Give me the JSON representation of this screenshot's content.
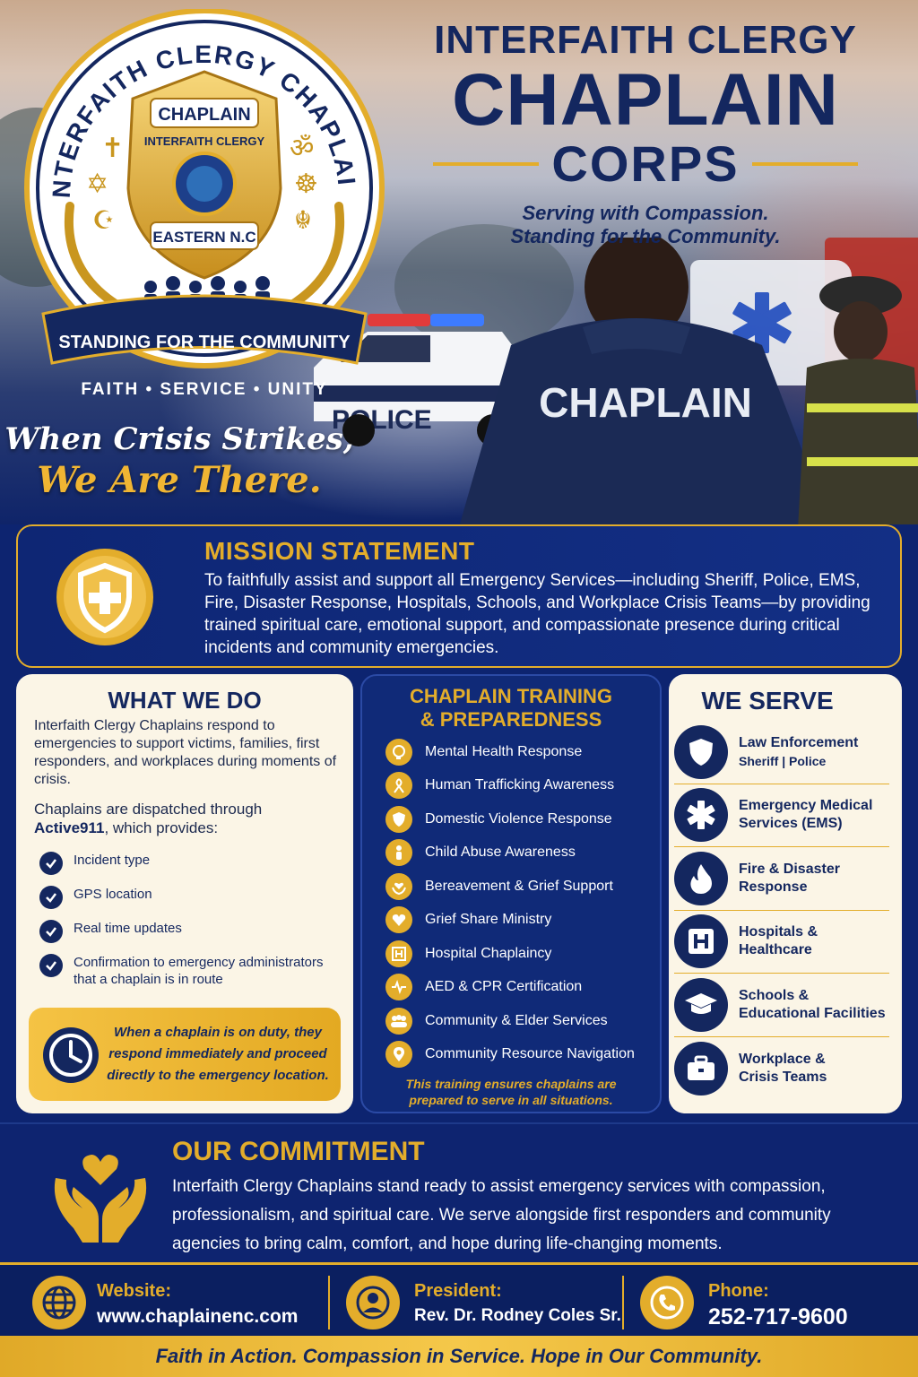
{
  "badge": {
    "ring_text": "INTERFAITH CLERGY CHAPLAIN",
    "shield_top": "CHAPLAIN",
    "shield_mid": "INTERFAITH CLERGY",
    "shield_bottom": "EASTERN N.C",
    "banner": "STANDING FOR THE COMMUNITY",
    "motto": "FAITH • SERVICE • UNITY"
  },
  "hero": {
    "title_line1": "INTERFAITH CLERGY",
    "title_line2": "CHAPLAIN",
    "title_line3": "CORPS",
    "subtitle_line1": "Serving with Compassion.",
    "subtitle_line2": "Standing for the Community.",
    "tagline_line1": "When Crisis Strikes,",
    "tagline_line2": "We Are There.",
    "jacket_text": "CHAPLAIN",
    "car_text": "POLICE"
  },
  "mission": {
    "title": "MISSION STATEMENT",
    "text": "To faithfully assist and support all Emergency Services—including Sheriff, Police, EMS, Fire, Disaster Response, Hospitals, Schools, and Workplace Crisis Teams—by providing trained spiritual care, emotional support, and compassionate presence during critical incidents and community emergencies."
  },
  "what_we_do": {
    "title": "WHAT WE DO",
    "intro": "Interfaith Clergy Chaplains respond to emergencies to support victims, families, first responders, and workplaces during moments of crisis.",
    "dispatch_prefix": "Chaplains are dispatched through ",
    "dispatch_system": "Active911",
    "dispatch_suffix": ", which provides:",
    "items": [
      "Incident type",
      "GPS location",
      "Real time updates",
      "Confirmation to emergency administrators that a chaplain is in route"
    ],
    "note": "When a chaplain is on duty, they respond immediately and proceed directly to the emergency location."
  },
  "training": {
    "title_line1": "CHAPLAIN TRAINING",
    "title_line2": "& PREPAREDNESS",
    "items": [
      {
        "label": "Mental Health Response",
        "icon": "head-icon"
      },
      {
        "label": "Human Trafficking Awareness",
        "icon": "ribbon-icon"
      },
      {
        "label": "Domestic Violence Response",
        "icon": "shield-icon"
      },
      {
        "label": "Child Abuse Awareness",
        "icon": "child-icon"
      },
      {
        "label": "Bereavement & Grief Support",
        "icon": "heart-hands-icon"
      },
      {
        "label": "Grief Share Ministry",
        "icon": "heart-icon"
      },
      {
        "label": "Hospital Chaplaincy",
        "icon": "hospital-icon"
      },
      {
        "label": "AED & CPR Certification",
        "icon": "pulse-icon"
      },
      {
        "label": "Community & Elder Services",
        "icon": "people-icon"
      },
      {
        "label": "Community Resource Navigation",
        "icon": "location-pin-icon"
      }
    ],
    "footer_line1": "This training ensures chaplains are",
    "footer_line2": "prepared to serve in all situations."
  },
  "we_serve": {
    "title": "WE SERVE",
    "items": [
      {
        "line1": "Law Enforcement",
        "line2": "",
        "sub": "Sheriff  |  Police"
      },
      {
        "line1": "Emergency Medical",
        "line2": "Services (EMS)",
        "sub": ""
      },
      {
        "line1": "Fire & Disaster",
        "line2": "Response",
        "sub": ""
      },
      {
        "line1": "Hospitals &",
        "line2": "Healthcare",
        "sub": ""
      },
      {
        "line1": "Schools &",
        "line2": "Educational Facilities",
        "sub": ""
      },
      {
        "line1": "Workplace &",
        "line2": "Crisis Teams",
        "sub": ""
      }
    ]
  },
  "commitment": {
    "title": "OUR COMMITMENT",
    "text": "Interfaith Clergy Chaplains stand ready to assist emergency services with compassion, professionalism, and spiritual care. We serve alongside first responders and community agencies to bring calm, comfort, and hope during life-changing moments."
  },
  "contact": {
    "website_label": "Website:",
    "website_value": "www.chaplainenc.com",
    "president_label": "President:",
    "president_value": "Rev. Dr. Rodney Coles Sr.",
    "phone_label": "Phone:",
    "phone_value": "252-717-9600"
  },
  "footer": {
    "text": "Faith in Action. Compassion in Service. Hope in Our Community."
  },
  "colors": {
    "navy": "#14275f",
    "gold": "#e3ad2b",
    "cream": "#fbf5e6",
    "royal_blue": "#102a78"
  }
}
